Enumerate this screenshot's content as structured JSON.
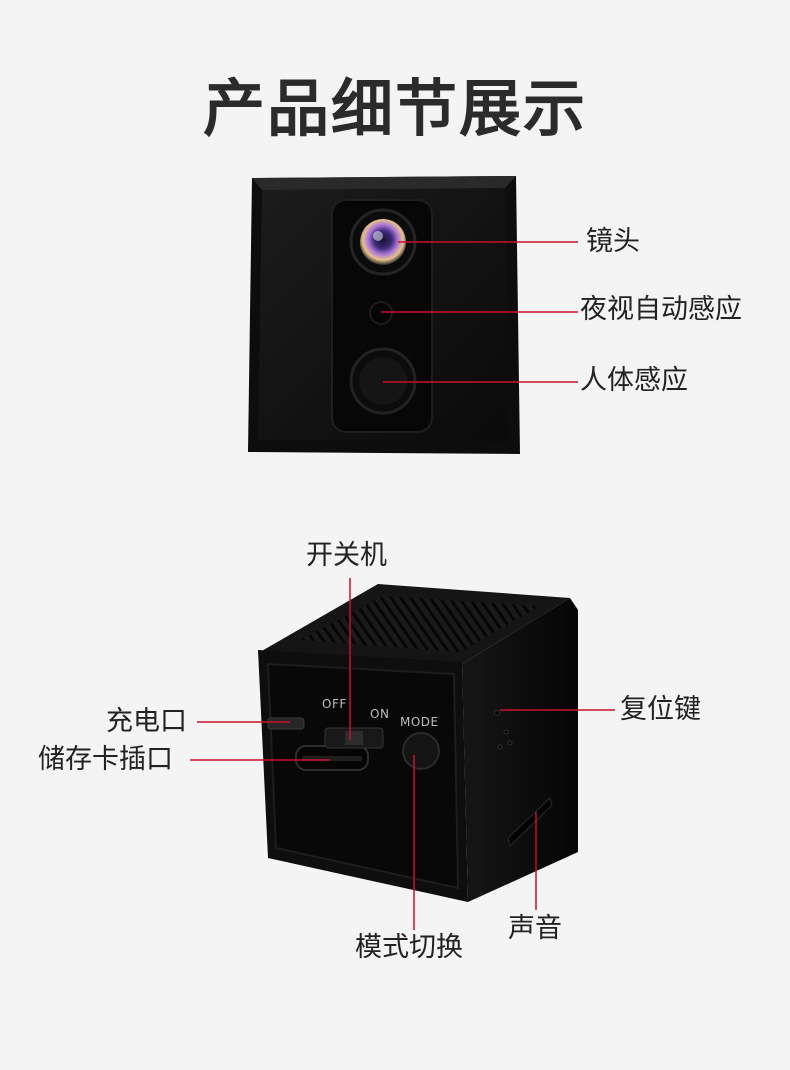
{
  "page": {
    "title": "产品细节展示"
  },
  "front_view": {
    "labels": {
      "lens": "镜头",
      "night_vision": "夜视自动感应",
      "body_sensor": "人体感应"
    }
  },
  "side_view": {
    "labels": {
      "power_switch": "开关机",
      "charging_port": "充电口",
      "card_slot": "储存卡插口",
      "reset_button": "复位键",
      "mode_switch": "模式切换",
      "speaker": "声音"
    },
    "device_text": {
      "off": "OFF",
      "on": "ON",
      "mode": "MODE"
    }
  },
  "colors": {
    "callout_line": "#c8102e",
    "device_body": "#111111",
    "background": "#f4f4f4"
  }
}
